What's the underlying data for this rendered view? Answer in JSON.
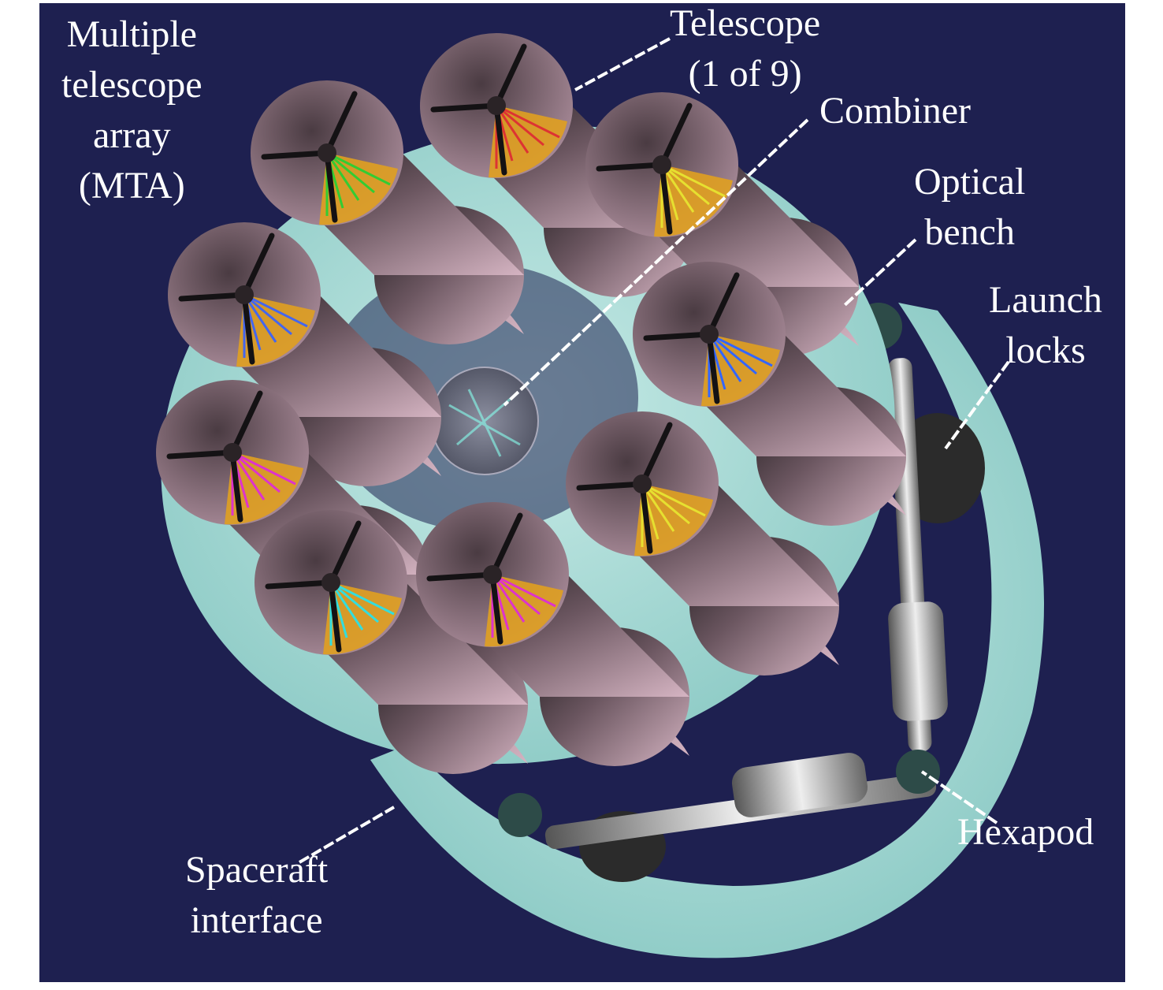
{
  "labels": {
    "mta": [
      "Multiple",
      "telescope",
      "array",
      "(MTA)"
    ],
    "telescope": [
      "Telescope",
      "(1 of 9)"
    ],
    "combiner": [
      "Combiner"
    ],
    "optical_bench": [
      "Optical",
      "bench"
    ],
    "launch_locks": [
      "Launch",
      "locks"
    ],
    "hexapod": [
      "Hexapod"
    ],
    "spacecraft_interface": [
      "Spaceraft",
      "interface"
    ]
  },
  "colors": {
    "background": "#1e2050",
    "bench": "#9fd3cf",
    "telescope_tube": "#c9a7b6",
    "telescope_dark": "#2a2326",
    "leader_line": "#ffffff",
    "label_text": "#ffffff"
  },
  "telescope_ray_colors": [
    "#d33",
    "#3c3",
    "#e6e030",
    "#4466ee",
    "#3366ff",
    "#dd33cc",
    "#e6e030",
    "#33dddd",
    "#dd33cc"
  ]
}
